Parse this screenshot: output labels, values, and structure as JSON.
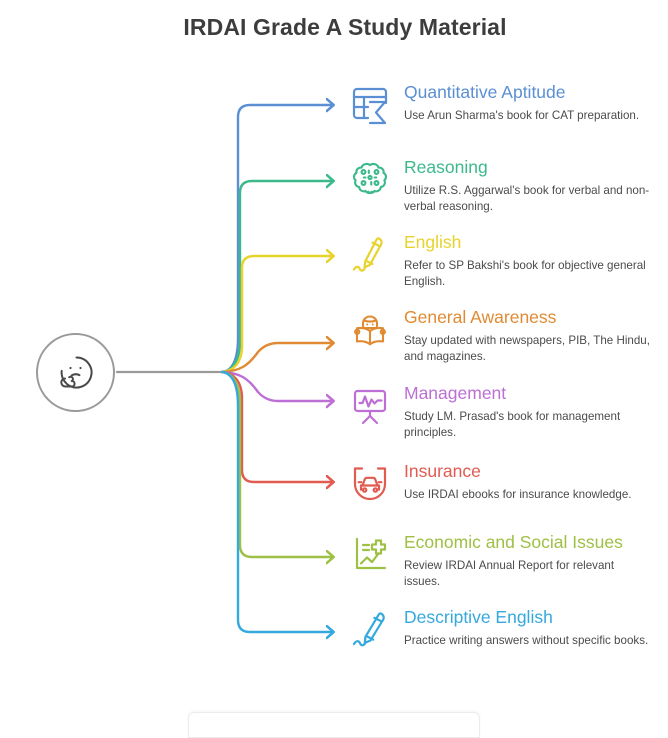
{
  "page": {
    "title": "IRDAI Grade A Study Material",
    "title_color": "#3d3d3d",
    "background_color": "#ffffff",
    "body_text_color": "#4b4b4b"
  },
  "hub": {
    "icon": "thinking-face-icon",
    "border_color": "#9a9a9a",
    "stem_color": "#9a9a9a"
  },
  "branches": [
    {
      "title": "Quantitative Aptitude",
      "desc": "Use Arun Sharma's book for CAT preparation.",
      "color": "#5b8fd4",
      "icon": "spreadsheet-sigma-icon"
    },
    {
      "title": "Reasoning",
      "desc": "Utilize R.S. Aggarwal's book for verbal and non-verbal reasoning.",
      "color": "#3cb98b",
      "icon": "brain-circuit-icon"
    },
    {
      "title": "English",
      "desc": "Refer to SP Bakshi's book for objective general English.",
      "color": "#e8d32c",
      "icon": "pen-nib-icon"
    },
    {
      "title": "General Awareness",
      "desc": "Stay updated with newspapers, PIB, The Hindu, and magazines.",
      "color": "#e08b33",
      "icon": "person-reading-book-icon"
    },
    {
      "title": "Management",
      "desc": "Study LM. Prasad's book for management principles.",
      "color": "#bd6fd6",
      "icon": "presentation-chart-icon"
    },
    {
      "title": "Insurance",
      "desc": "Use IRDAI ebooks for insurance knowledge.",
      "color": "#e05b50",
      "icon": "car-shield-icon"
    },
    {
      "title": "Economic and Social Issues",
      "desc": "Review IRDAI Annual Report for relevant issues.",
      "color": "#9ec044",
      "icon": "chart-plus-icon"
    },
    {
      "title": "Descriptive English",
      "desc": "Practice writing answers without specific books.",
      "color": "#35a8dd",
      "icon": "pen-writing-icon"
    }
  ]
}
